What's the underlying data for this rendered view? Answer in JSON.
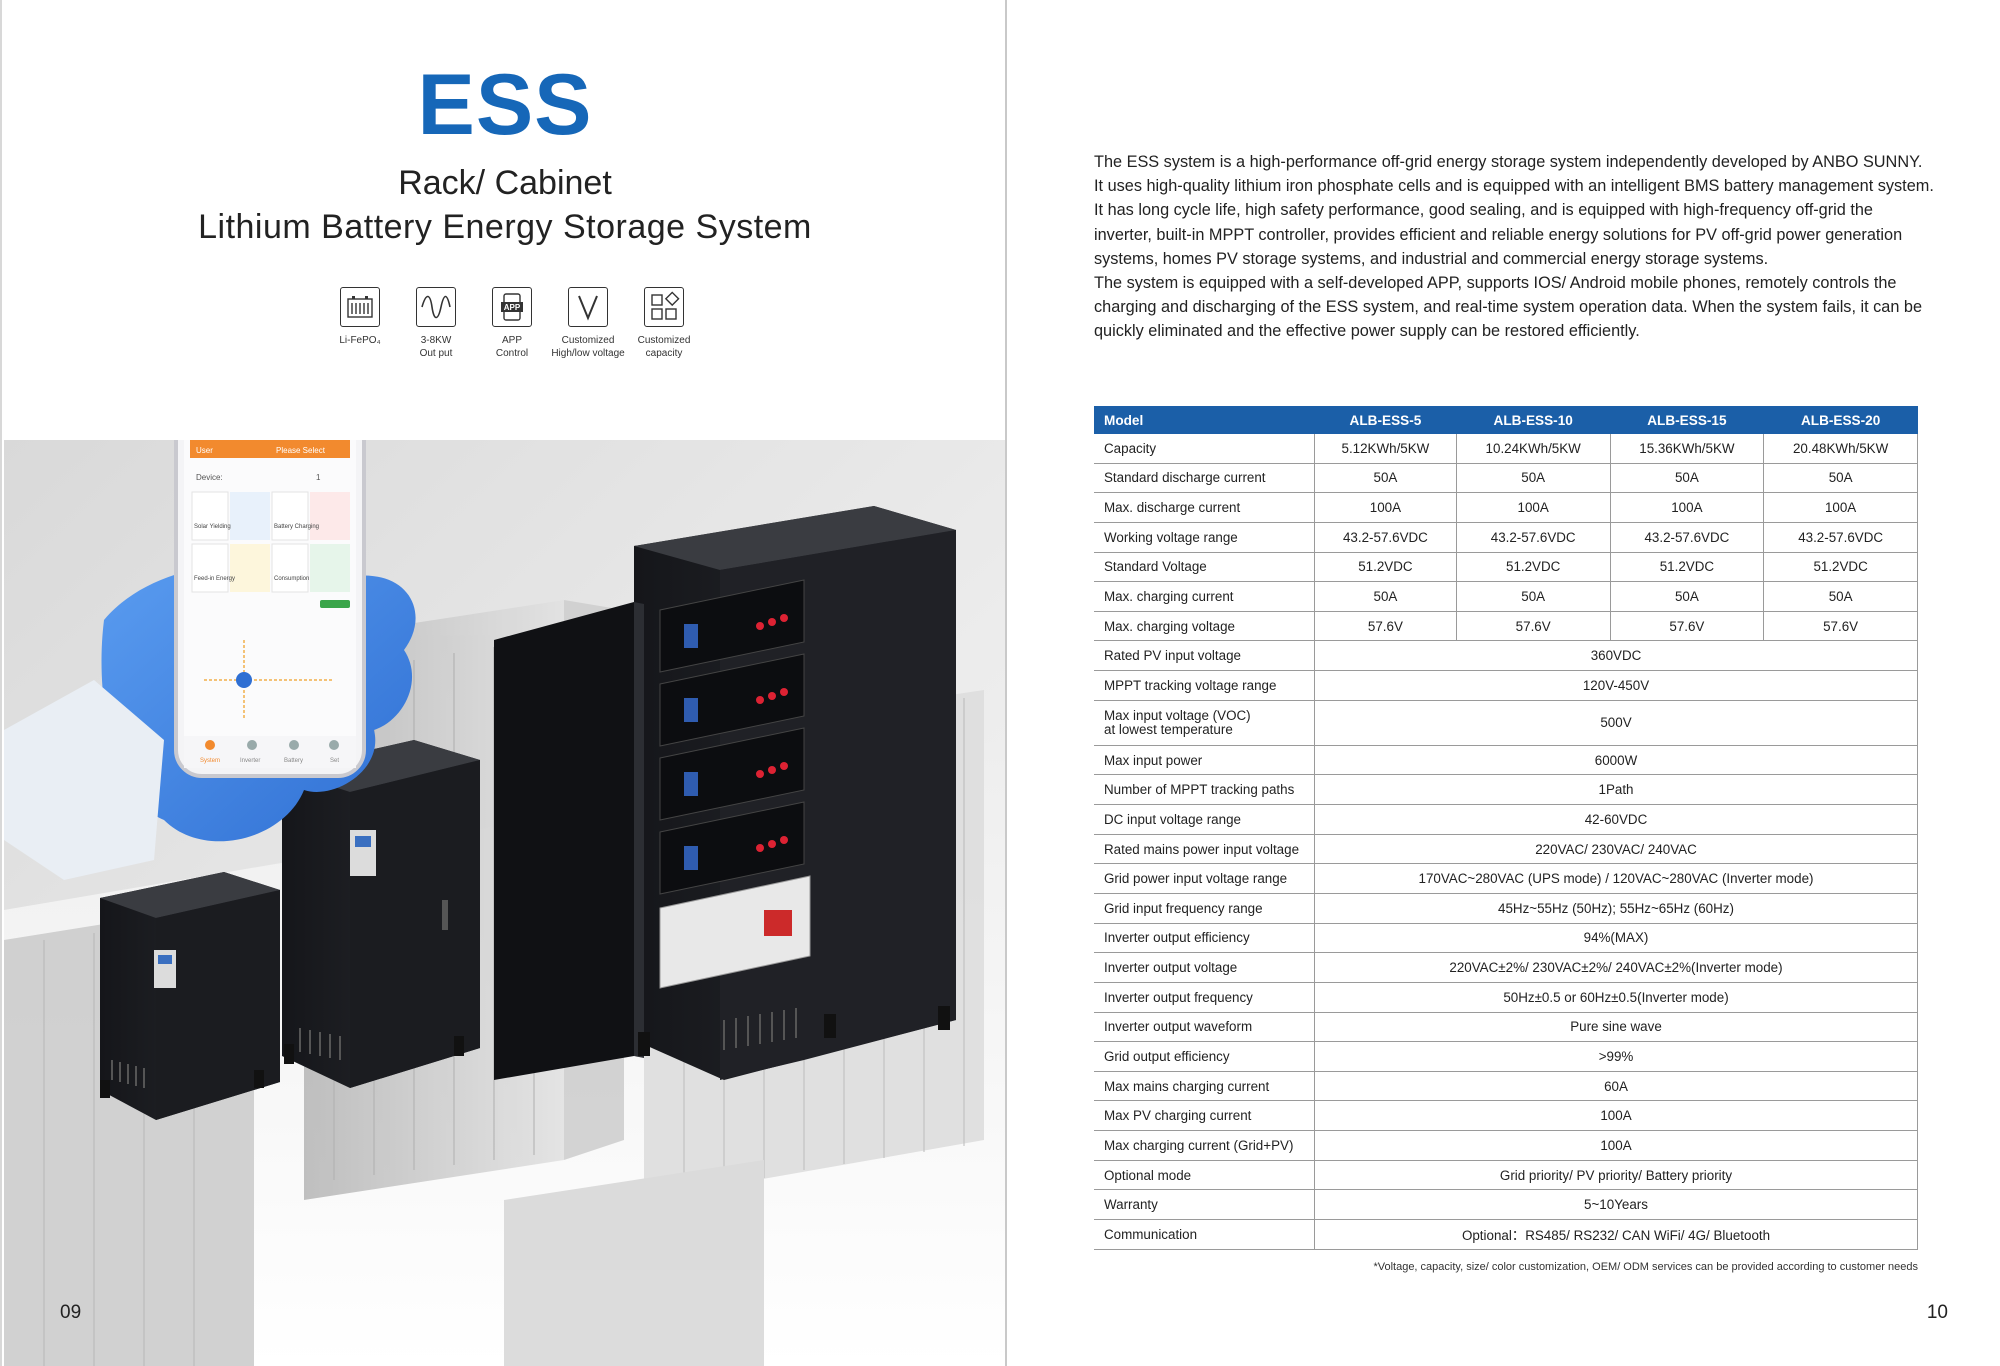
{
  "left_page": {
    "title": "ESS",
    "subtitle_line1": "Rack/ Cabinet",
    "subtitle_line2": "Lithium Battery Energy Storage System",
    "features": [
      {
        "icon": "battery-icon",
        "label_line1": "Li-FePO₄",
        "label_line2": ""
      },
      {
        "icon": "sine-wave-icon",
        "label_line1": "3-8KW",
        "label_line2": "Out put"
      },
      {
        "icon": "app-control-icon",
        "label_line1": "APP",
        "label_line2": "Control"
      },
      {
        "icon": "voltage-v-icon",
        "label_line1": "Customized",
        "label_line2": "High/low voltage"
      },
      {
        "icon": "capacity-grid-icon",
        "label_line1": "Customized",
        "label_line2": "capacity"
      }
    ],
    "phone": {
      "user_label": "User",
      "user_select": "Please Select",
      "device_label": "Device:",
      "device_value": "1",
      "tiles": [
        "Solar Yielding",
        "Battery Charging",
        "Feed-in Energy",
        "Consumption"
      ],
      "nav": [
        "System",
        "Inverter",
        "Battery",
        "Set"
      ]
    },
    "page_number": "09"
  },
  "right_page": {
    "intro_paragraphs": [
      "The ESS system is a high-performance off-grid energy storage system independently developed by ANBO SUNNY. It uses high-quality lithium iron phosphate cells and is equipped with an intelligent BMS battery management system. It has long cycle life, high safety performance, good sealing, and is equipped with high-frequency off-grid the inverter, built-in MPPT controller, provides efficient and reliable energy solutions for PV off-grid power generation systems, homes PV storage systems, and industrial and commercial energy storage systems.",
      "The system is equipped with a self-developed APP, supports IOS/ Android mobile phones, remotely controls the charging and discharging of the ESS system, and real-time system operation data. When the system fails, it can be quickly eliminated and the effective power supply can be restored efficiently."
    ],
    "table": {
      "headers": [
        "Model",
        "ALB-ESS-5",
        "ALB-ESS-10",
        "ALB-ESS-15",
        "ALB-ESS-20"
      ],
      "model_rows": [
        {
          "label": "Capacity",
          "values": [
            "5.12KWh/5KW",
            "10.24KWh/5KW",
            "15.36KWh/5KW",
            "20.48KWh/5KW"
          ]
        },
        {
          "label": "Standard discharge current",
          "values": [
            "50A",
            "50A",
            "50A",
            "50A"
          ]
        },
        {
          "label": "Max. discharge current",
          "values": [
            "100A",
            "100A",
            "100A",
            "100A"
          ]
        },
        {
          "label": "Working voltage range",
          "values": [
            "43.2-57.6VDC",
            "43.2-57.6VDC",
            "43.2-57.6VDC",
            "43.2-57.6VDC"
          ]
        },
        {
          "label": "Standard Voltage",
          "values": [
            "51.2VDC",
            "51.2VDC",
            "51.2VDC",
            "51.2VDC"
          ]
        },
        {
          "label": "Max. charging current",
          "values": [
            "50A",
            "50A",
            "50A",
            "50A"
          ]
        },
        {
          "label": "Max. charging voltage",
          "values": [
            "57.6V",
            "57.6V",
            "57.6V",
            "57.6V"
          ]
        }
      ],
      "shared_rows": [
        {
          "label": "Rated PV input voltage",
          "value": "360VDC"
        },
        {
          "label": "MPPT tracking voltage range",
          "value": "120V-450V"
        },
        {
          "label": "Max input voltage (VOC)",
          "label2": "at lowest temperature",
          "value": "500V"
        },
        {
          "label": "Max input power",
          "value": "6000W"
        },
        {
          "label": "Number of MPPT tracking paths",
          "value": "1Path"
        },
        {
          "label": "DC input voltage range",
          "value": "42-60VDC"
        },
        {
          "label": "Rated mains power input voltage",
          "value": "220VAC/ 230VAC/ 240VAC"
        },
        {
          "label": "Grid power input voltage range",
          "value": "170VAC~280VAC (UPS mode) / 120VAC~280VAC (Inverter mode)"
        },
        {
          "label": "Grid input frequency range",
          "value": "45Hz~55Hz (50Hz); 55Hz~65Hz (60Hz)"
        },
        {
          "label": "Inverter output efficiency",
          "value": "94%(MAX)"
        },
        {
          "label": "Inverter output voltage",
          "value": "220VAC±2%/ 230VAC±2%/ 240VAC±2%(Inverter mode)"
        },
        {
          "label": "Inverter output frequency",
          "value": "50Hz±0.5 or 60Hz±0.5(Inverter mode)"
        },
        {
          "label": "Inverter output waveform",
          "value": "Pure sine wave"
        },
        {
          "label": "Grid output efficiency",
          "value": ">99%"
        },
        {
          "label": "Max mains charging current",
          "value": "60A"
        },
        {
          "label": "Max PV charging current",
          "value": "100A"
        },
        {
          "label": "Max charging current (Grid+PV)",
          "value": "100A"
        },
        {
          "label": "Optional mode",
          "value": "Grid priority/ PV priority/ Battery priority"
        },
        {
          "label": "Warranty",
          "value": "5~10Years"
        },
        {
          "label": "Communication",
          "value": "Optional：RS485/ RS232/ CAN   WiFi/ 4G/ Bluetooth"
        }
      ]
    },
    "footnote": "*Voltage, capacity, size/ color customization, OEM/ ODM services can be provided according to customer needs",
    "page_number": "10"
  },
  "colors": {
    "accent_blue": "#1667b8",
    "table_header": "#1b5fa8",
    "cabinet_black": "#1e1f22",
    "app_orange": "#f28a2e"
  }
}
